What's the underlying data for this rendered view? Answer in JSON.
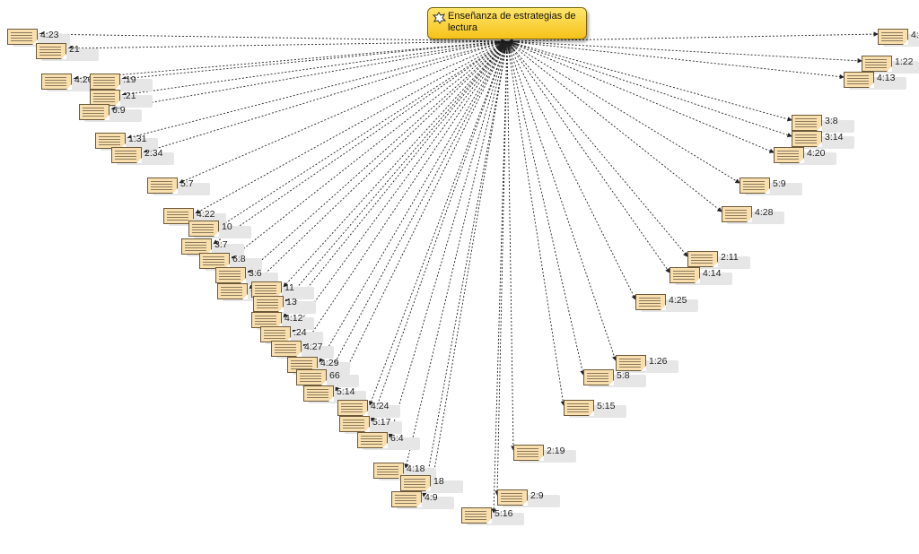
{
  "central_code": {
    "label": "Enseñanza de estrategias de lectura",
    "icon": "code-icon"
  },
  "quotations_left": [
    "4:23",
    "21",
    "4:26",
    ":19",
    ":21",
    "6:9",
    "1:31",
    "2:34",
    "5:7",
    "4:22",
    "10",
    "3:7",
    "6:8",
    "3:6",
    "3:22",
    "11",
    "13",
    "4:12",
    ":24",
    "4:27",
    "4:29",
    "66",
    "5:14",
    "4:24",
    "5:17",
    "6:4",
    "4:18",
    "18",
    "4:9",
    "5:16"
  ],
  "quotations_right": [
    "4:1",
    "1:22",
    "4:13",
    "3:8",
    "3:14",
    "4:20",
    "5:9",
    "4:28",
    "2:11",
    "4:14",
    "4:25",
    "1:26",
    "5:8",
    "5:15",
    "2:19",
    "2:9"
  ],
  "colors": {
    "code_fill": "#f6c21a",
    "quote_fill": "#f9deae",
    "edge": "#222222"
  }
}
